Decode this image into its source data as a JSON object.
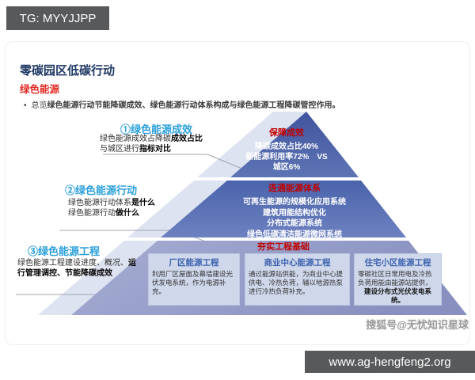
{
  "topbar": {
    "text": "TG: MYYJJPP"
  },
  "bottombar": {
    "text": "www.ag-hengfeng2.org"
  },
  "watermark": "搜狐号@无忧知识星球",
  "slide": {
    "title": "零碳园区低碳行动",
    "section": "绿色能源",
    "bullet": {
      "marker": "•",
      "normal": "总览",
      "bold": "绿色能源行动节能降碳成效、绿色能源行动体系构成与绿色能源工程降碳管控作用。"
    },
    "callouts": [
      {
        "label": "①绿色能源成效",
        "desc": [
          {
            "n": "绿色能源成效占降碳",
            "b": "成效占比"
          },
          {
            "n": "与城区进行",
            "b": "指标对比"
          }
        ]
      },
      {
        "label": "②绿色能源行动",
        "desc": [
          {
            "n": "绿色能源行动体系",
            "b": "是什么"
          },
          {
            "n": "绿色能源行动",
            "b": "做什么"
          }
        ]
      },
      {
        "label": "③绿色能源工程",
        "desc": [
          {
            "n": "绿色能源工程建设进度、概况、",
            "b": "运行管理调控、节能降碳成效"
          }
        ]
      }
    ],
    "pyramid": {
      "top": {
        "title": "保障成效",
        "lines": [
          "降碳成效占比40%",
          "新能源利用率72%　VS",
          "城区6%"
        ]
      },
      "middle": {
        "title": "连通能源体系",
        "lines": [
          "可再生能源的规模化应用系统",
          "建筑用能结构优化",
          "分布式能源系统",
          "绿色低碳清洁能源微网系统"
        ]
      },
      "bottom": {
        "title": "夯实工程基础",
        "boxes": [
          {
            "title": "厂区能源工程",
            "body": "利用厂区屋面及幕墙建设光伏发电系统，作为电源补充。",
            "body_bold": ""
          },
          {
            "title": "商业中心能源工程",
            "body": "通过能源站供能，为商业中心提供电、冷热负荷，辅以地源热泵进行冷热负荷补充。",
            "body_bold": ""
          },
          {
            "title": "住宅小区能源工程",
            "body": "零碳社区日常用电及冷热负荷用能由能源站提供，",
            "body_bold": "建设分布式光伏发电系统。"
          }
        ]
      }
    }
  },
  "colors": {
    "badge_gray": "#58595b",
    "title_navy": "#1f3864",
    "section_red": "#e32b25",
    "callout_blue": "#2ba0da",
    "band_caption_red": "#c00000",
    "pyramid_blue_dark": "#41549e",
    "pyramid_blue_light": "#6d81c0",
    "base_band_blue": "#8e96c4",
    "package_box_bg": "#cfd7ea",
    "package_title_blue": "#3e63b0",
    "stripe_blue": "#dde3f1"
  }
}
